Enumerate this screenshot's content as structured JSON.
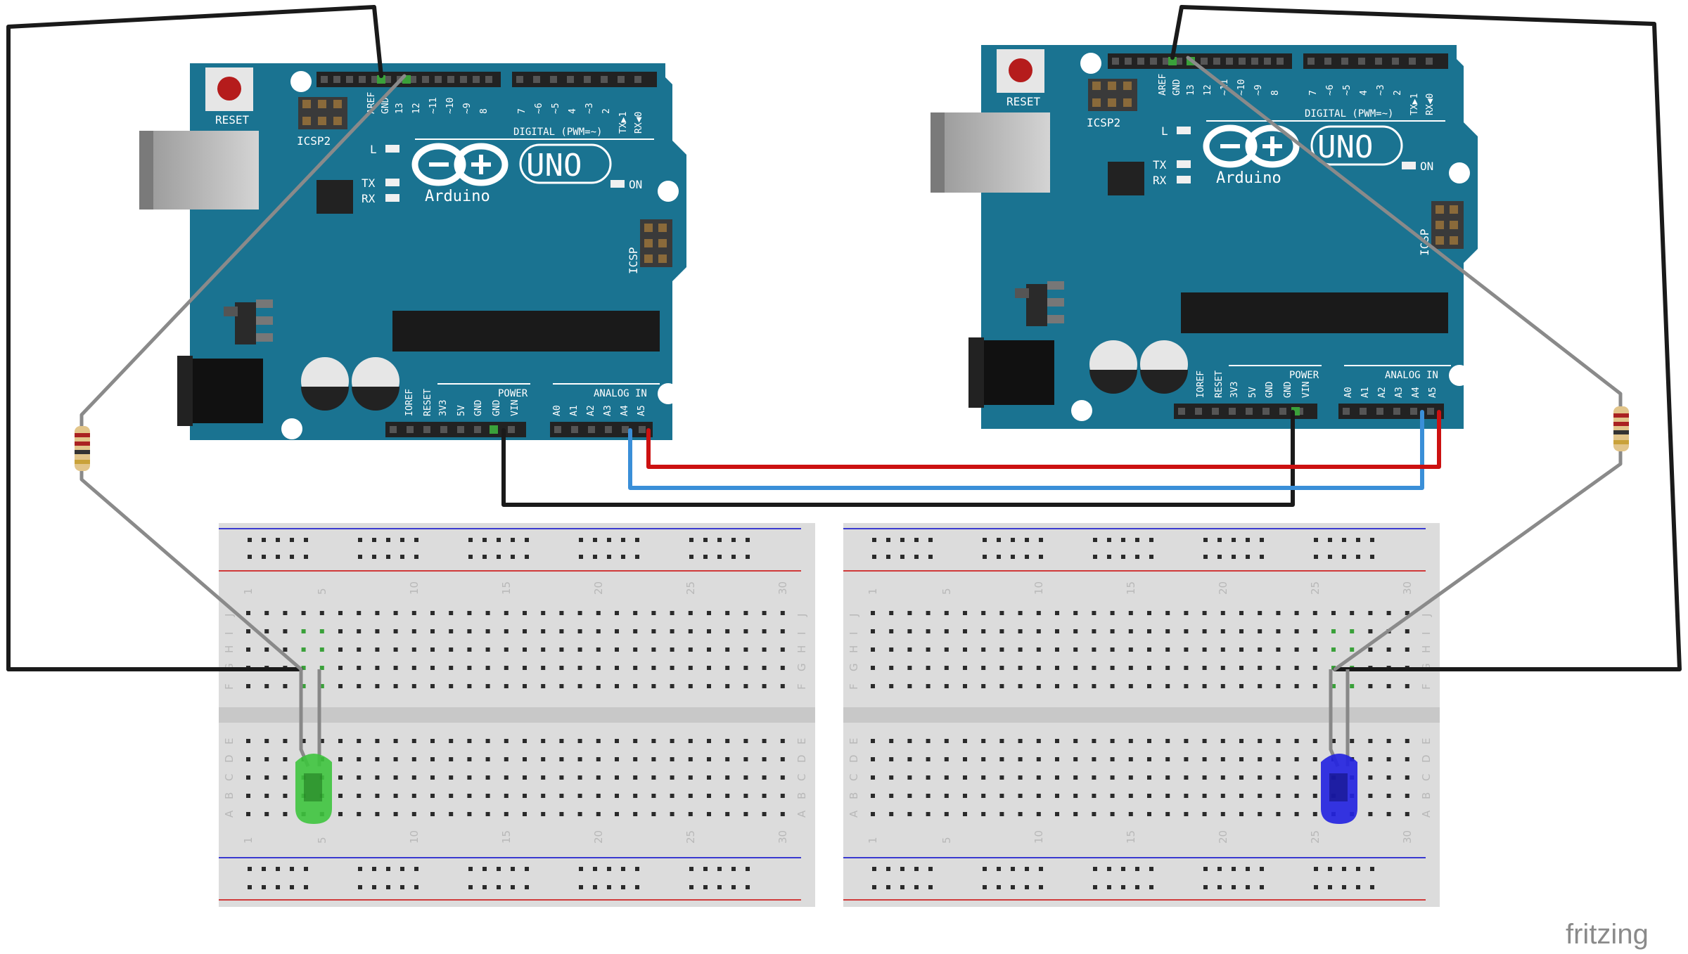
{
  "arduinos": [
    {
      "reset_label": "RESET",
      "icsp2_label": "ICSP2",
      "icsp_label": "ICSP",
      "brand": "Arduino",
      "model": "UNO",
      "digital_header_label": "DIGITAL (PWM=~)",
      "on_label": "ON",
      "l_label": "L",
      "tx_label": "TX",
      "rx_label": "RX",
      "power_label": "POWER",
      "analog_label": "ANALOG IN",
      "digital_pins": [
        "AREF",
        "GND",
        "13",
        "12",
        "~11",
        "~10",
        "~9",
        "8",
        "7",
        "~6",
        "~5",
        "4",
        "~3",
        "2",
        "TX▶1",
        "RX◀0"
      ],
      "power_pins": [
        "IOREF",
        "RESET",
        "3V3",
        "5V",
        "GND",
        "GND",
        "VIN"
      ],
      "analog_pins": [
        "A0",
        "A1",
        "A2",
        "A3",
        "A4",
        "A5"
      ]
    },
    {
      "reset_label": "RESET",
      "icsp2_label": "ICSP2",
      "icsp_label": "ICSP",
      "brand": "Arduino",
      "model": "UNO",
      "digital_header_label": "DIGITAL (PWM=~)",
      "on_label": "ON",
      "l_label": "L",
      "tx_label": "TX",
      "rx_label": "RX",
      "power_label": "POWER",
      "analog_label": "ANALOG IN",
      "digital_pins": [
        "AREF",
        "GND",
        "13",
        "12",
        "~11",
        "~10",
        "~9",
        "8",
        "7",
        "~6",
        "~5",
        "4",
        "~3",
        "2",
        "TX▶1",
        "RX◀0"
      ],
      "power_pins": [
        "IOREF",
        "RESET",
        "3V3",
        "5V",
        "GND",
        "GND",
        "VIN"
      ],
      "analog_pins": [
        "A0",
        "A1",
        "A2",
        "A3",
        "A4",
        "A5"
      ]
    }
  ],
  "breadboards": [
    {
      "column_numbers": [
        "1",
        "5",
        "10",
        "15",
        "20",
        "25",
        "30"
      ],
      "row_letters_top": [
        "J",
        "I",
        "H",
        "G",
        "F"
      ],
      "row_letters_bottom": [
        "E",
        "D",
        "C",
        "B",
        "A"
      ]
    },
    {
      "column_numbers": [
        "1",
        "5",
        "10",
        "15",
        "20",
        "25",
        "30"
      ],
      "row_letters_top": [
        "J",
        "I",
        "H",
        "G",
        "F"
      ],
      "row_letters_bottom": [
        "E",
        "D",
        "C",
        "B",
        "A"
      ]
    }
  ],
  "components": {
    "led_left_color": "#3ec43e",
    "led_right_color": "#2424e0",
    "resistor_count": 2
  },
  "colors": {
    "board": "#1a7391",
    "wire_black": "#1a1a1a",
    "wire_red": "#cc1111",
    "wire_blue": "#3a8fd8",
    "wire_gray": "#8a8a8a"
  },
  "brand_label": "fritzing"
}
